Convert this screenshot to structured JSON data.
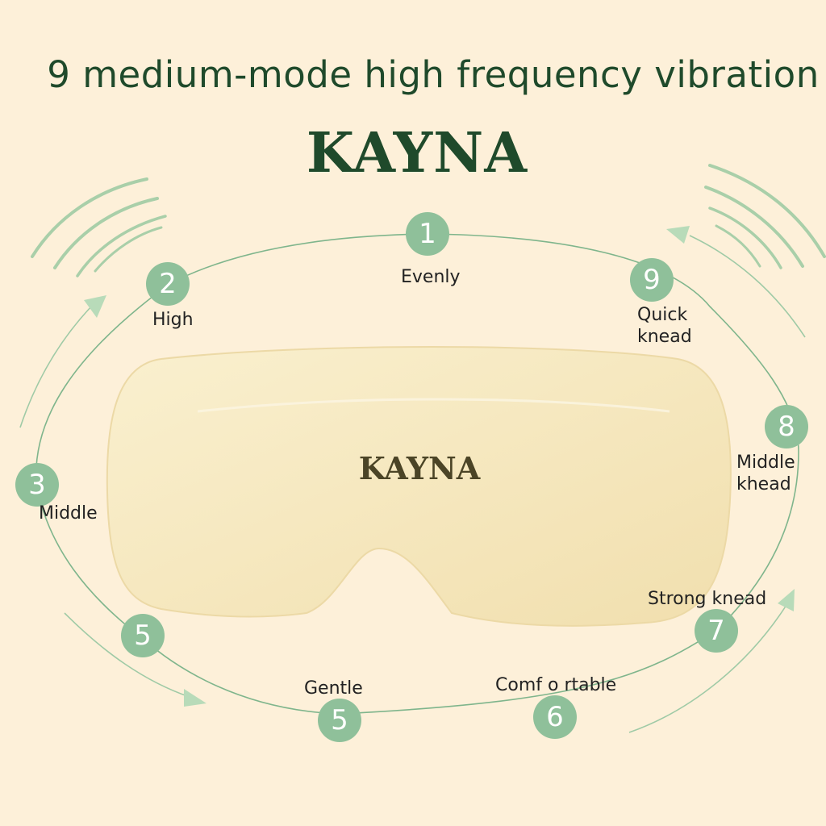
{
  "headline": "9 medium-mode high frequency vibration",
  "brand": "KAYNA",
  "mask_brand": "KAYNA",
  "colors": {
    "background": "#fdf0d9",
    "accent_green": "#8fc09a",
    "dark_green": "#1f4a2b",
    "mask": "#f7e8bf"
  },
  "modes": [
    {
      "number": "1",
      "label": "Evenly"
    },
    {
      "number": "2",
      "label": "High"
    },
    {
      "number": "3",
      "label": "Middle"
    },
    {
      "number": "5",
      "label": ""
    },
    {
      "number": "5",
      "label": "Gentle"
    },
    {
      "number": "6",
      "label": "Comf o rtable"
    },
    {
      "number": "7",
      "label": "Strong knead"
    },
    {
      "number": "8",
      "label": "Middle khead"
    },
    {
      "number": "9",
      "label": "Quick knead"
    }
  ]
}
